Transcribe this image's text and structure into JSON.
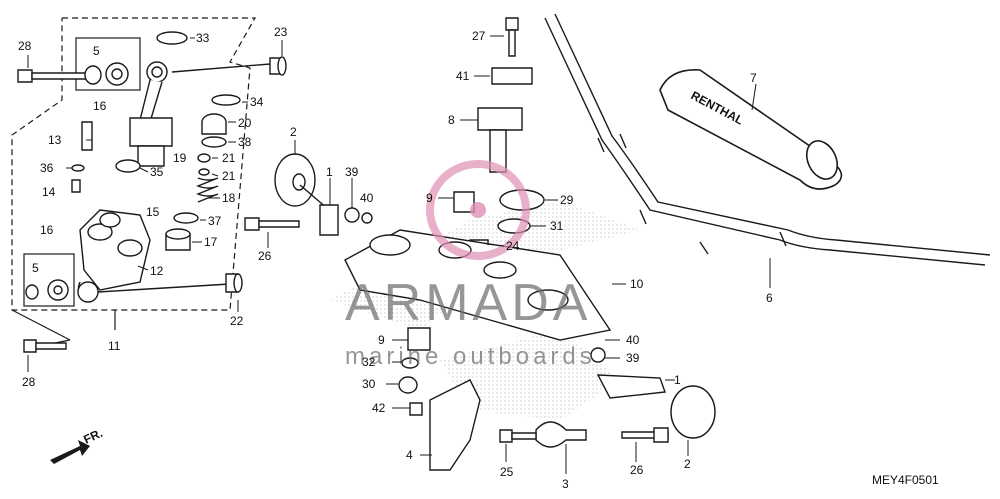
{
  "diagram": {
    "code": "MEY4F0501",
    "front_marker": "FR.",
    "brand_on_grip": "RENTHAL",
    "watermark": {
      "title": "ARMADA",
      "subtitle": "marine outboards"
    },
    "callouts": [
      "28",
      "5",
      "16",
      "33",
      "23",
      "13",
      "36",
      "14",
      "35",
      "15",
      "34",
      "20",
      "38",
      "19",
      "21",
      "21",
      "18",
      "37",
      "17",
      "12",
      "16",
      "5",
      "22",
      "11",
      "28",
      "2",
      "1",
      "39",
      "40",
      "26",
      "27",
      "41",
      "8",
      "9",
      "29",
      "31",
      "24",
      "7",
      "6",
      "10",
      "9",
      "32",
      "30",
      "42",
      "40",
      "39",
      "1",
      "4",
      "25",
      "3",
      "26",
      "2"
    ]
  },
  "colors": {
    "ink": "#1a1a1a",
    "watermark_pink": "#e08fb4",
    "watermark_text": "#6b6b6b",
    "paper": "#ffffff"
  }
}
